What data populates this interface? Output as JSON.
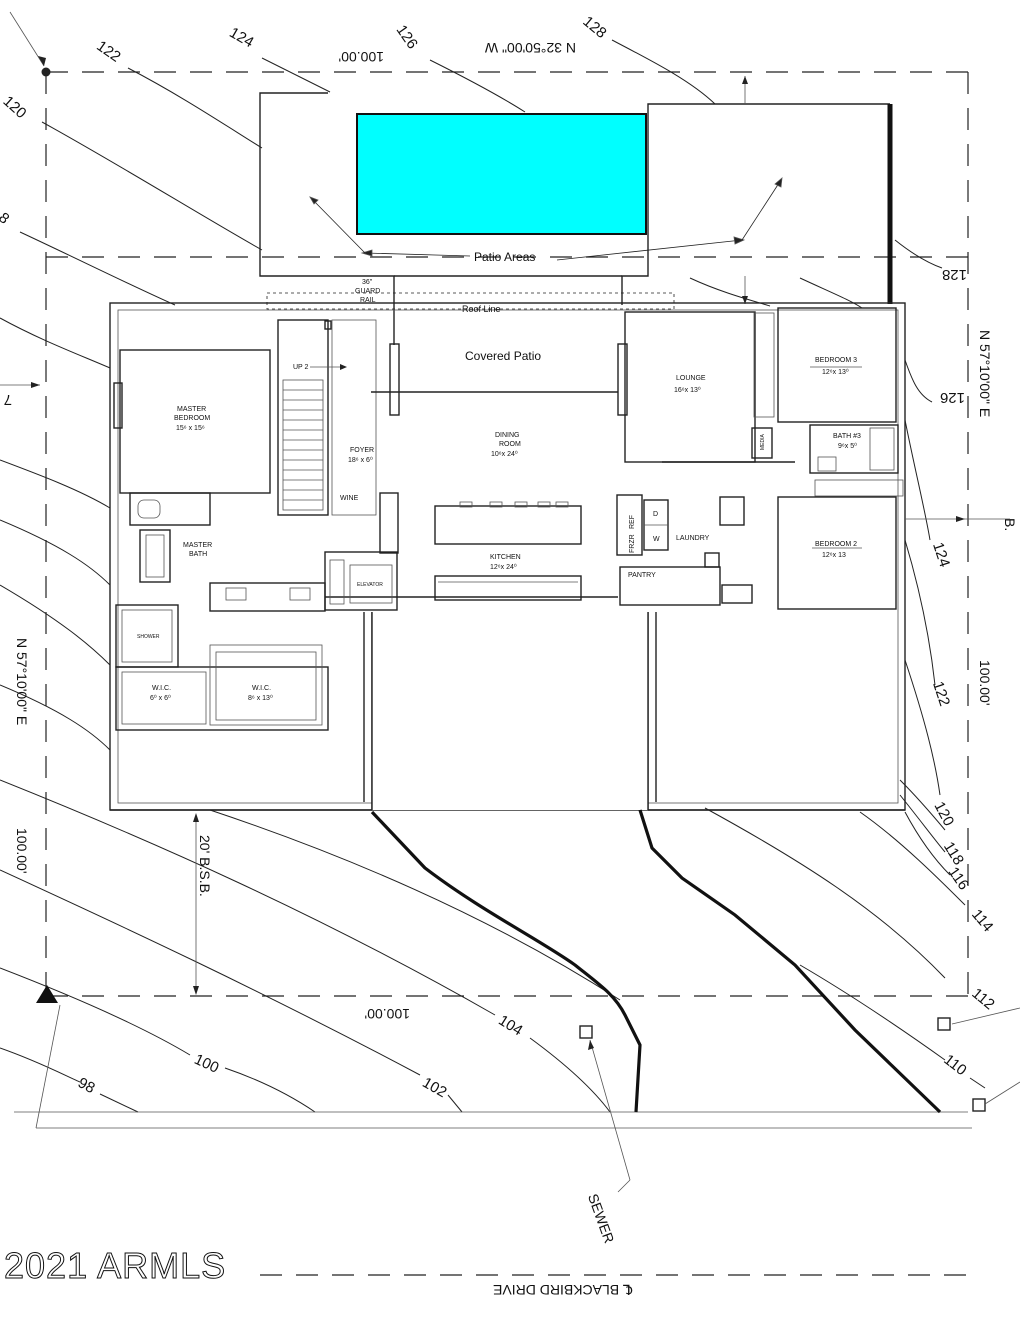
{
  "labels": {
    "patio_areas": "Patio Areas",
    "roof_line": "Roof Line",
    "covered_patio": "Covered Patio",
    "guard_rail": [
      "36\"",
      "GUARD",
      "RAIL"
    ],
    "up_stair": "UP 2",
    "wine": "WINE",
    "elevator": "ELEVATOR",
    "shower": "SHOWER",
    "refrigerator": "REF",
    "freezer": "FRZR",
    "dryer": "D",
    "washer": "W",
    "media": "MEDIA",
    "setback": "20' B.S.B.",
    "sewer": "SEWER",
    "street": "℄ BLACKBIRD DRIVE",
    "watermark": "2021 ARMLS"
  },
  "rooms": {
    "master_bedroom": {
      "name": [
        "MASTER",
        "BEDROOM"
      ],
      "size": "15⁶ x 15⁶"
    },
    "master_bath": {
      "name": [
        "MASTER",
        "BATH"
      ]
    },
    "foyer": {
      "name": "FOYER",
      "size": "18⁶ x 6⁰"
    },
    "dining": {
      "name": [
        "DINING",
        "ROOM"
      ],
      "size": "10⁶x 24⁰"
    },
    "kitchen": {
      "name": "KITCHEN",
      "size": "12⁶x 24⁰"
    },
    "lounge": {
      "name": "LOUNGE",
      "size": "16⁶x 13⁰"
    },
    "bedroom3": {
      "name": "BEDROOM 3",
      "size": "12⁶x 13⁰"
    },
    "bath3": {
      "name": "BATH #3",
      "size": "9⁶x 5⁰"
    },
    "bedroom2": {
      "name": "BEDROOM 2",
      "size": "12⁶x 13"
    },
    "laundry": {
      "name": "LAUNDRY"
    },
    "pantry": {
      "name": "PANTRY"
    },
    "wic1": {
      "name": "W.I.C.",
      "size": "6⁰ x 6⁰"
    },
    "wic2": {
      "name": "W.I.C.",
      "size": "8⁶ x 13⁰"
    }
  },
  "boundaries": {
    "top_distance": "100.00'",
    "top_bearing": "N 32°50'00\" W",
    "right_bearing": "N 57°10'00\" E",
    "right_distance": "100.00'",
    "left_bearing": "N 57°10'00\" E",
    "left_distance": "100.00'",
    "bottom_distance": "100.00'"
  },
  "contours": {
    "c98": "98",
    "c100": "100",
    "c102": "102",
    "c104": "104",
    "c110": "110",
    "c112": "112",
    "c114": "114",
    "c116": "116",
    "c118": "118",
    "c120_left": "120",
    "c120_right": "120",
    "c122_top": "122",
    "c122_right": "122",
    "c124_top": "124",
    "c124_right": "124",
    "c126_top": "126",
    "c126_right": "126",
    "c128_top": "128",
    "c128_right": "128",
    "c118_left": "8",
    "c117_left": "7",
    "right_edge_b": "B."
  },
  "colors": {
    "pool": "#00ffff",
    "line": "#222222"
  }
}
